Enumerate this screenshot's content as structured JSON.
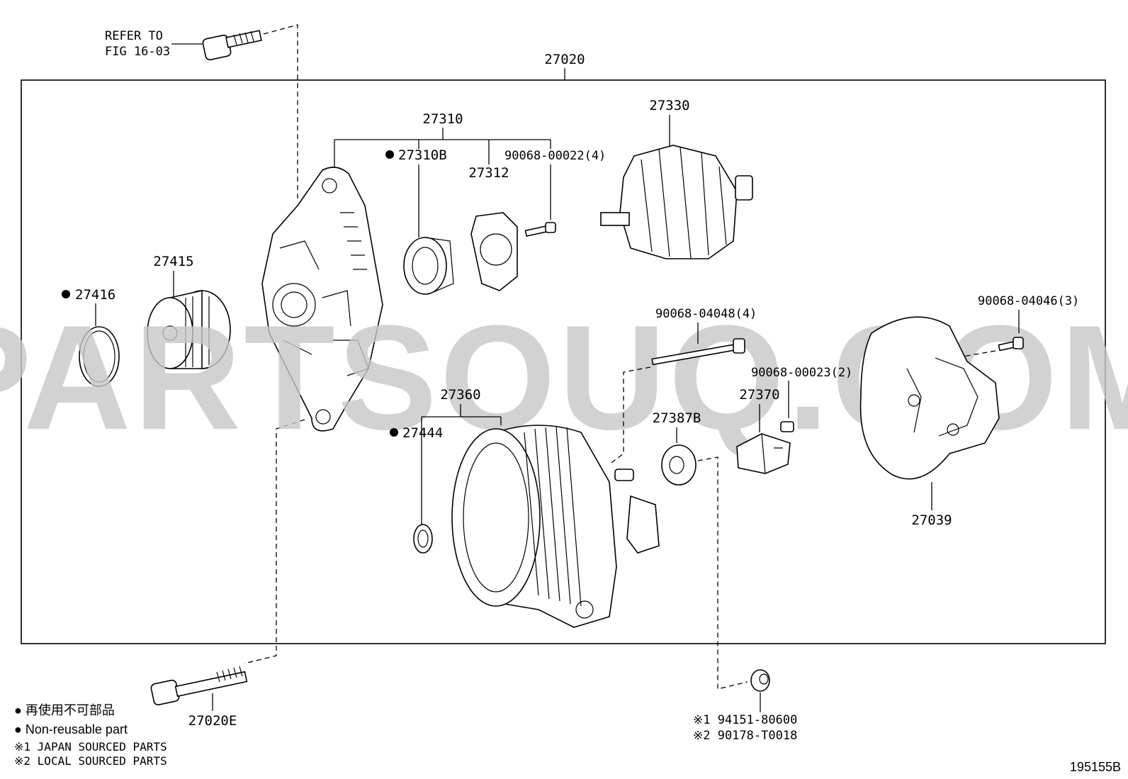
{
  "diagram": {
    "assembly_label": "27020",
    "refer_to": {
      "line1": "REFER TO",
      "line2": "FIG 16-03"
    },
    "parts": {
      "p27310": "27310",
      "p27310B": "27310B",
      "p27312": "27312",
      "p90068_00022": "90068-00022(4)",
      "p27330": "27330",
      "p27415": "27415",
      "p27416": "27416",
      "p90068_04048": "90068-04048(4)",
      "p90068_04046": "90068-04046(3)",
      "p90068_00023": "90068-00023(2)",
      "p27360": "27360",
      "p27444": "27444",
      "p27370": "27370",
      "p27387B": "27387B",
      "p27039": "27039",
      "p27020E": "27020E"
    },
    "alt_parts": {
      "line1": "※1  94151-80600",
      "line2": "※2  90178-T0018"
    },
    "legend": {
      "jp": "● 再使用不可部品",
      "en": "● Non-reusable part",
      "note1": "※1  JAPAN SOURCED PARTS",
      "note2": "※2  LOCAL SOURCED PARTS"
    },
    "figure_id": "195155B",
    "watermark": "PARTSOUQ.COM",
    "non_reusable_marker": "●"
  }
}
